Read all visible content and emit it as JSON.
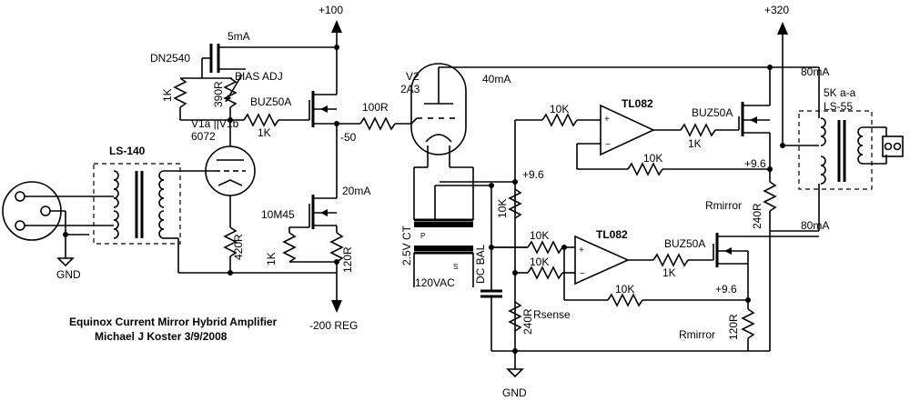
{
  "labels": {
    "rail_plus100": "+100",
    "rail_plus320": "+320",
    "rail_minus200": "-200 REG",
    "gnd_left": "GND",
    "gnd_bottom": "GND",
    "i_5ma": "5mA",
    "i_40ma": "40mA",
    "i_20ma": "20mA",
    "i_80ma_top": "80mA",
    "i_80ma_bottom": "80mA",
    "v_minus50": "-50",
    "v_plus9_6_center": "+9.6",
    "v_plus9_6_top": "+9.6",
    "v_plus9_6_bottom": "+9.6",
    "dn2540": "DN2540",
    "bias_adj": "BIAS ADJ",
    "r_1k_left": "1K",
    "r_390r": "390R",
    "buz50a_left": "BUZ50A",
    "r_1k_gate": "1K",
    "v1_name": "V1a ||V1b",
    "v1_type": "6072",
    "ls140": "LS-140",
    "r_420r": "420R",
    "m10m45": "10M45",
    "r_1k_ccs": "1K",
    "r_120r_ccs": "120R",
    "v2_name": "V2",
    "v2_type": "2A3",
    "r_100r": "100R",
    "r_10k_in_top": "10K",
    "tl082_top": "TL082",
    "buz50a_top": "BUZ50A",
    "r_1k_top": "1K",
    "r_10k_fb_top": "10K",
    "r_10k_vert": "10K",
    "r_240r_mirror": "240R",
    "rmirror_top": "Rmirror",
    "ls55_imp": "5K a-a",
    "ls55": "LS-55",
    "heater_25vct": "2.5V CT",
    "heater_120vac": "120VAC",
    "pin_p": "P",
    "pin_s": "S",
    "dc_bal": "DC BAL",
    "r_10k_in_b1": "10K",
    "r_10k_in_b2": "10K",
    "tl082_bottom": "TL082",
    "buz50a_bottom": "BUZ50A",
    "r_1k_bottom": "1K",
    "r_10k_fb_bottom": "10K",
    "r_240r_sense": "240R",
    "rsense": "Rsense",
    "rmirror_bottom": "Rmirror",
    "r_120r_bottom": "120R",
    "title_line1": "Equinox Current Mirror Hybrid Amplifier",
    "title_line2": "Michael J Koster 3/9/2008"
  }
}
